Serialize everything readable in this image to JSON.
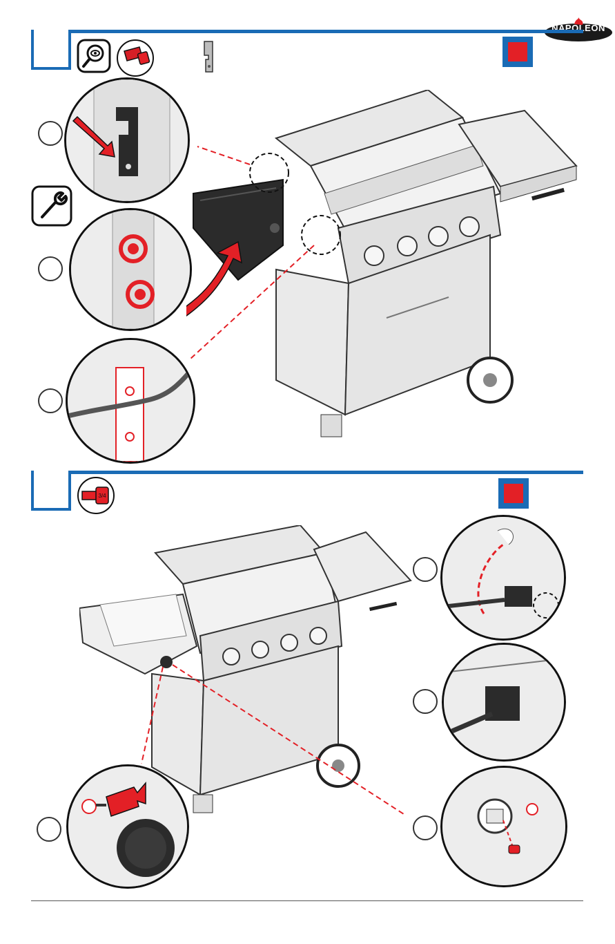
{
  "brand": {
    "name": "NAPOLEON",
    "logo_color": "#1a1a1a"
  },
  "colors": {
    "accent_blue": "#1a6bb5",
    "accent_red": "#e32026",
    "part_dark": "#2b2b2b",
    "part_light": "#e6e6e6"
  },
  "steps": [
    {
      "icons": [
        "magnifier-icon",
        "screw-icon",
        "bracket-hook-icon",
        "wrench-icon"
      ],
      "indicator": "red-square"
    },
    {
      "icons": [
        "screw-icon"
      ],
      "indicator": "red-square"
    }
  ],
  "screw_label": "3/4"
}
